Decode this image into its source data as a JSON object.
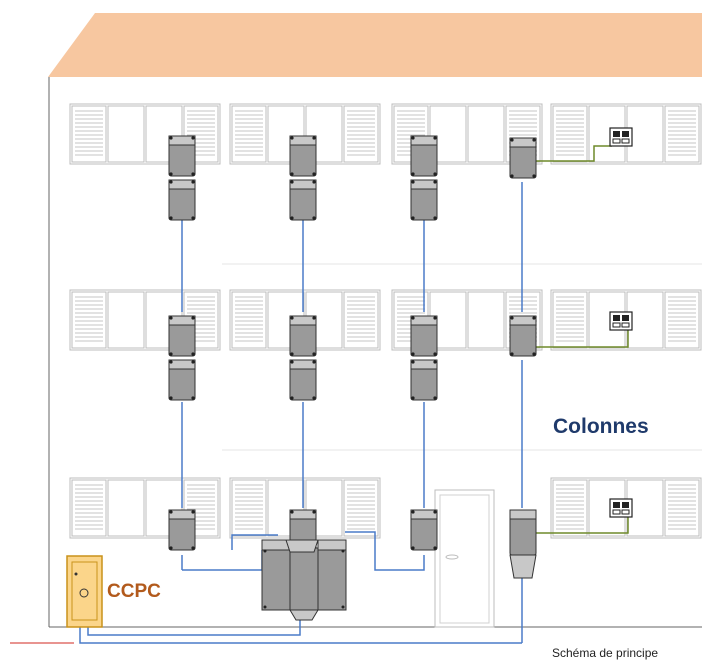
{
  "labels": {
    "columns": "Colonnes",
    "ccpc": "CCPC",
    "caption": "Schéma de principe"
  },
  "colors": {
    "roof": "#f7c7a0",
    "wall_line": "#666666",
    "shutter": "#bcbcbc",
    "box_fill": "#9a9a9a",
    "cable_blue": "#4a7bc8",
    "cable_green": "#6f8a2a",
    "cable_red": "#e0706c",
    "ccpc_fill": "#fbd58a",
    "ccpc_stroke": "#c9921a",
    "columns_text": "#1f3a6b",
    "ccpc_text": "#b25a1c"
  },
  "diagram": {
    "floors": 3,
    "windows_per_floor": 4,
    "columns": 4,
    "meter_units": 3,
    "unit_icon": "electric-meter-icon"
  }
}
